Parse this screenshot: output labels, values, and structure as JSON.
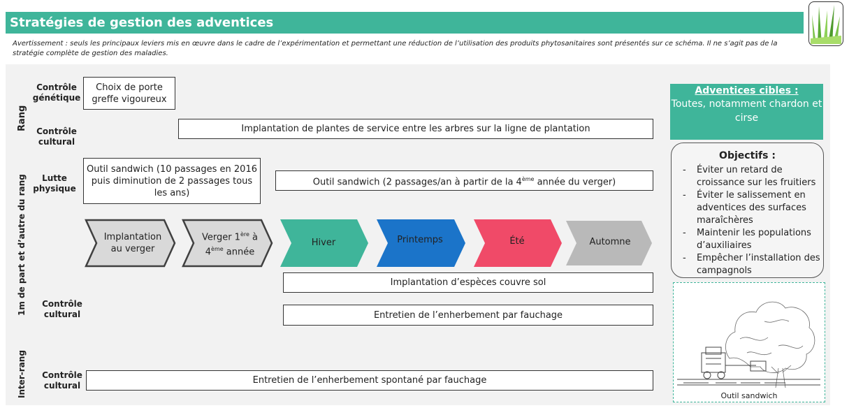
{
  "header": {
    "title": "Stratégies de gestion des adventices",
    "warning": "Avertissement : seuls les principaux leviers mis en œuvre dans le cadre de l’expérimentation et permettant une réduction de l’utilisation des produits  phytosanitaires sont présentés sur ce schéma. Il ne s’agit pas de la stratégie complète de gestion des maladies."
  },
  "zones": {
    "rang": "Rang",
    "un_metre": "1m de part et d’autre du rang",
    "inter_rang": "Inter-rang"
  },
  "categories": {
    "controle_genetique": "Contrôle génétique",
    "controle_cultural_rang": "Contrôle cultural",
    "lutte_physique": "Lutte physique",
    "controle_cultural_1m": "Contrôle cultural",
    "controle_cultural_inter": "Contrôle cultural"
  },
  "boxes": {
    "porte_greffe": "Choix de porte greffe vigoureux",
    "plantes_service": "Implantation  de plantes de service entre les arbres sur la ligne de plantation",
    "outil_sandwich_1_a": "Outil sandwich (10 passages  en 2016",
    "outil_sandwich_1_b": "puis diminution  de 2 passages tous",
    "outil_sandwich_1_c": "les ans)",
    "outil_sandwich_2_a": "Outil sandwich (2 passages/an à partir de la 4",
    "outil_sandwich_2_sup": "ème",
    "outil_sandwich_2_b": " année du verger)",
    "couvre_sol": "Implantation  d’espèces couvre sol",
    "enherbement": "Entretien de l’enherbement par fauchage",
    "enherbement_spontane": "Entretien de l’enherbement spontané par fauchage"
  },
  "timeline": {
    "implantation_a": "Implantation",
    "implantation_b": "au verger",
    "verger_a": "Verger 1",
    "verger_sup1": "ère",
    "verger_b": " à",
    "verger_c": "4",
    "verger_sup2": "ème",
    "verger_d": " année",
    "hiver": "Hiver",
    "printemps": "Printemps",
    "ete": "Été",
    "automne": "Automne"
  },
  "colors": {
    "accent": "#3fb59a",
    "hiver": "#3fb59a",
    "printemps": "#1b74c9",
    "ete": "#f04a68",
    "automne": "#b9b9b9",
    "past": "#d9d9d9"
  },
  "cibles": {
    "title": "Adventices cibles :",
    "line1": "Toutes, notamment chardon et",
    "line2": "cirse"
  },
  "objectifs": {
    "title": "Objectifs :",
    "items": [
      "Éviter un retard de croissance sur les fruitiers",
      "Éviter le salissement en adventices des surfaces maraîchères",
      "Maintenir les populations d’auxiliaires",
      "Empêcher l’installation des campagnols"
    ]
  },
  "sketch": {
    "caption": "Outil sandwich",
    "icon": "tree-tractor-sketch"
  },
  "logo": {
    "icon": "grass-logo-icon"
  }
}
